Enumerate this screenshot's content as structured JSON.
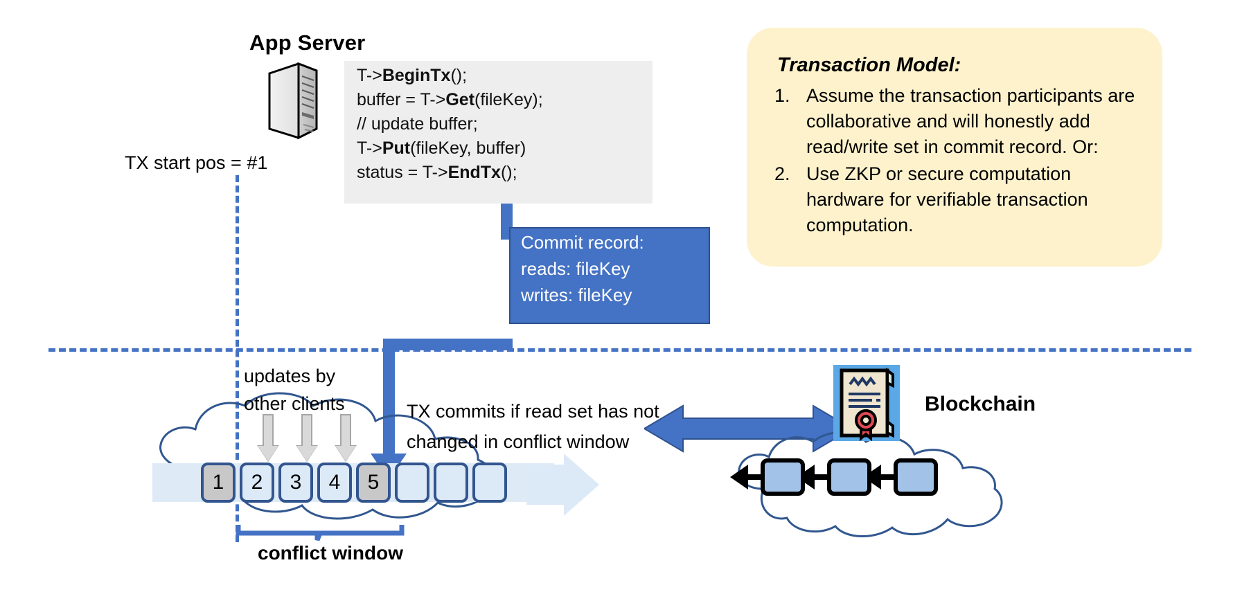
{
  "app_server": {
    "title": "App Server",
    "icon": "server-tower-icon",
    "code_lines": [
      {
        "pre": "T->",
        "bold": "BeginTx",
        "post": "();"
      },
      {
        "pre": "buffer = T->",
        "bold": "Get",
        "post": "(fileKey);"
      },
      {
        "pre": "// update buffer;",
        "bold": "",
        "post": ""
      },
      {
        "pre": "T->",
        "bold": "Put",
        "post": "(fileKey, buffer)"
      },
      {
        "pre": "status = T->",
        "bold": "EndTx",
        "post": "();"
      }
    ]
  },
  "tx_start": {
    "label": "TX start pos = #1"
  },
  "commit_record": {
    "title": "Commit record:",
    "reads": "reads: fileKey",
    "writes": "writes: fileKey",
    "fill_color": "#4472c4"
  },
  "transaction_model": {
    "title": "Transaction Model:",
    "fill_color": "#fdf2cc",
    "items": [
      {
        "num": "1.",
        "text": "Assume the transaction participants are collaborative and will honestly add read/write set in commit record.  Or:"
      },
      {
        "num": "2.",
        "text": "Use ZKP or secure computation hardware for verifiable transaction computation."
      }
    ]
  },
  "log": {
    "updates_label_line1": "updates by",
    "updates_label_line2": "other clients",
    "commit_label_line1": "TX commits if read set has not",
    "commit_label_line2": "changed in conflict window",
    "conflict_window_label": "conflict window",
    "entries": [
      {
        "label": "1",
        "state": "gray"
      },
      {
        "label": "2",
        "state": "blue"
      },
      {
        "label": "3",
        "state": "blue"
      },
      {
        "label": "4",
        "state": "blue"
      },
      {
        "label": "5",
        "state": "gray"
      },
      {
        "label": "",
        "state": "blue"
      },
      {
        "label": "",
        "state": "blue"
      },
      {
        "label": "",
        "state": "blue"
      }
    ],
    "update_arrow_count": 3,
    "box_blue": "#dce9f7",
    "box_gray": "#c8c8c8",
    "box_border": "#33558f",
    "band_color": "#deebf7"
  },
  "blockchain": {
    "label": "Blockchain",
    "cert_icon": "certificate-seal-icon",
    "block_count": 3,
    "block_color": "#a3c2e8",
    "cloud_stroke": "#31578f"
  },
  "colors": {
    "accent_blue": "#4472c4",
    "dash_blue": "#4472c4",
    "code_bg": "#eeeeee"
  }
}
